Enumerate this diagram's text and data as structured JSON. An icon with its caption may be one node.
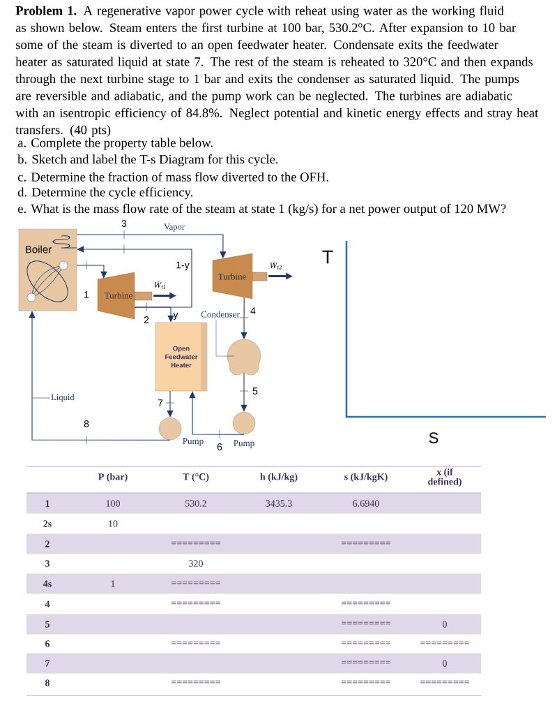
{
  "diagram": {
    "nodes": [
      {
        "text": [
          "Boiler"
        ]
      },
      {
        "text": [
          "Turbine"
        ]
      },
      {
        "text": [
          "Turbine"
        ]
      },
      {
        "text": [
          "Open Feedwater Heater"
        ]
      },
      {
        "text": [
          "Condenser"
        ]
      },
      {
        "text": [
          "Pump"
        ]
      },
      {
        "text": [
          "Pump"
        ]
      },
      {
        "text": [
          "Liquid"
        ]
      }
    ],
    "edges": [
      {
        "from": 0,
        "to": 1,
        "arrow": "to",
        "label": "1"
      },
      {
        "from": 0,
        "to": 2,
        "arrow": "to",
        "label": "3"
      },
      {
        "from": 1,
        "to": 0,
        "arrow": "to",
        "label": "1-y"
      },
      {
        "from": 1,
        "to": 3,
        "arrow": "to",
        "label": "y"
      },
      {
        "from": 2,
        "to": 4,
        "arrow": "to",
        "label": "4"
      },
      {
        "from": 4,
        "to": 6,
        "arrow": "to",
        "label": "5"
      },
      {
        "from": 6,
        "to": 3,
        "arrow": "to",
        "label": "6"
      },
      {
        "from": 3,
        "to": 5,
        "arrow": "to",
        "label": "7"
      },
      {
        "from": 5,
        "to": 0,
        "arrow": "to",
        "label": "8"
      },
      {
        "from": 1,
        "to": null,
        "arrow": "to",
        "label": "Ẇ$_{t1}$",
        "style": "thick"
      },
      {
        "from": 2,
        "to": null,
        "arrow": "to",
        "label": "Ẇ$_{t2}$",
        "style": "thick"
      },
      {
        "from": 7,
        "to": null,
        "arrow": "none"
      }
    ],
    "labels": [
      "**Problem 1.** A regenerative vapor power cycle with reheat using water as the working fluid as shown below. Steam enters the first turbine at 100 bar, 530.2$^{o}$C. After expansion to 10 bar some of the steam is diverted to an open feedwater heater. Condensate exits the feedwater heater as saturated liquid at state 7. The rest of the steam is reheated to 320°C and then expands through the next turbine stage to 1 bar and exits the condenser as saturated liquid. The pumps are reversible and adiabatic, and the pump work can be neglected. The turbines are adiabatic with an isentropic efficiency of 84.8%. Neglect potential and kinetic energy effects and stray heat transfers. (40 pts)",
      "a. Complete the property table below.",
      "b. Sketch and label the T-s Diagram for this cycle.",
      "c. Determine the fraction of mass flow diverted to the OFH.",
      "d. Determine the cycle efficiency.",
      "e. What is the mass flow rate of the steam at state 1 (kg/s) for a net power output of 120 MW?",
      "Vapor",
      "2",
      "T",
      "S",
      "P (bar)",
      "T (°C)",
      "h (kJ/kg)",
      "s (kJ/kgK)",
      "x (if defined)",
      "1",
      "100",
      "530.2",
      "3435.3",
      "6.6940",
      "2s",
      "10",
      "2",
      "=========",
      "=========",
      "3",
      "320",
      "4s",
      "1",
      "=========",
      "4",
      "=========",
      "=========",
      "5",
      "=========",
      "0",
      "6",
      "=========",
      "=========",
      "=========",
      "7",
      "=========",
      "0",
      "8",
      "=========",
      "=========",
      "========="
    ]
  }
}
